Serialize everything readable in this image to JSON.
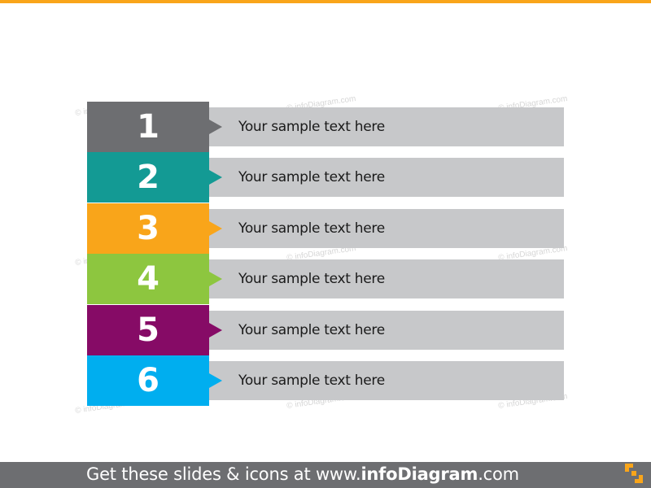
{
  "colors": {
    "accent": "#F9A51A",
    "text_box": "#C7C8CA",
    "footer_bg": "#6D6E71"
  },
  "items": [
    {
      "number": "1",
      "text": "Your sample text here",
      "color": "#6D6E71"
    },
    {
      "number": "2",
      "text": "Your sample text here",
      "color": "#139A94"
    },
    {
      "number": "3",
      "text": "Your sample text here",
      "color": "#F9A51A"
    },
    {
      "number": "4",
      "text": "Your sample text here",
      "color": "#8DC63F"
    },
    {
      "number": "5",
      "text": "Your sample text here",
      "color": "#860B66"
    },
    {
      "number": "6",
      "text": "Your sample text here",
      "color": "#00AEEF"
    }
  ],
  "watermark": "© infoDiagram.com",
  "footer": {
    "prefix": "Get these slides & icons at www.",
    "brand": "infoDiagram",
    "suffix": ".com"
  },
  "logo_icon": "infodiagram-logo-icon"
}
